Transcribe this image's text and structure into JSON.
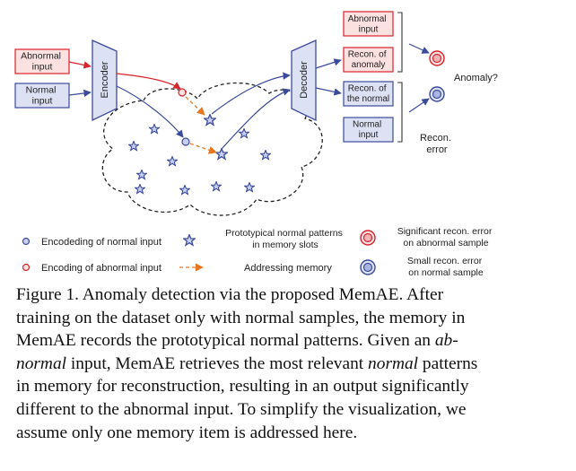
{
  "diagram": {
    "input_abnormal": [
      "Abnormal",
      "input"
    ],
    "input_normal": [
      "Normal",
      "input"
    ],
    "encoder": "Encoder",
    "decoder": "Decoder",
    "out_abnormal": [
      "Abnormal",
      "input"
    ],
    "recon_anomaly": [
      "Recon. of",
      "anomaly"
    ],
    "recon_normal": [
      "Recon. of",
      "the normal"
    ],
    "out_normal": [
      "Normal",
      "input"
    ],
    "anomaly_question": "Anomaly?",
    "recon_error": [
      "Recon.",
      "error"
    ],
    "legend": {
      "enc_normal": "Encodeding of normal input",
      "enc_abnormal": "Encoding of abnormal input",
      "prototypes": [
        "Prototypical normal patterns",
        "in memory slots"
      ],
      "addressing": "Addressing memory",
      "sig_error": [
        "Significant recon. error",
        "on abnormal sample"
      ],
      "small_error": [
        "Small recon. error",
        "on normal sample"
      ]
    },
    "colors": {
      "abnormal": "#d9232b",
      "normal": "#3b4b9c",
      "arrow": "#e8761e",
      "box_fill": "#dce1f3",
      "abnormal_fill": "#fce1e1"
    }
  },
  "caption": {
    "line1": "Figure 1. Anomaly detection via the proposed MemAE. After",
    "line2": "training on the dataset only with normal samples, the memory in",
    "line3_pre": "MemAE records the prototypical normal patterns.  Given an ",
    "line3_em": "ab-",
    "line4_em": "normal",
    "line4_mid": " input, MemAE retrieves the most relevant ",
    "line4_em2": "normal",
    "line4_post": " patterns",
    "line5": "in memory for reconstruction, resulting in an output significantly",
    "line6": "different to the abnormal input. To simplify the visualization, we",
    "line7": "assume only one memory item is addressed here."
  }
}
